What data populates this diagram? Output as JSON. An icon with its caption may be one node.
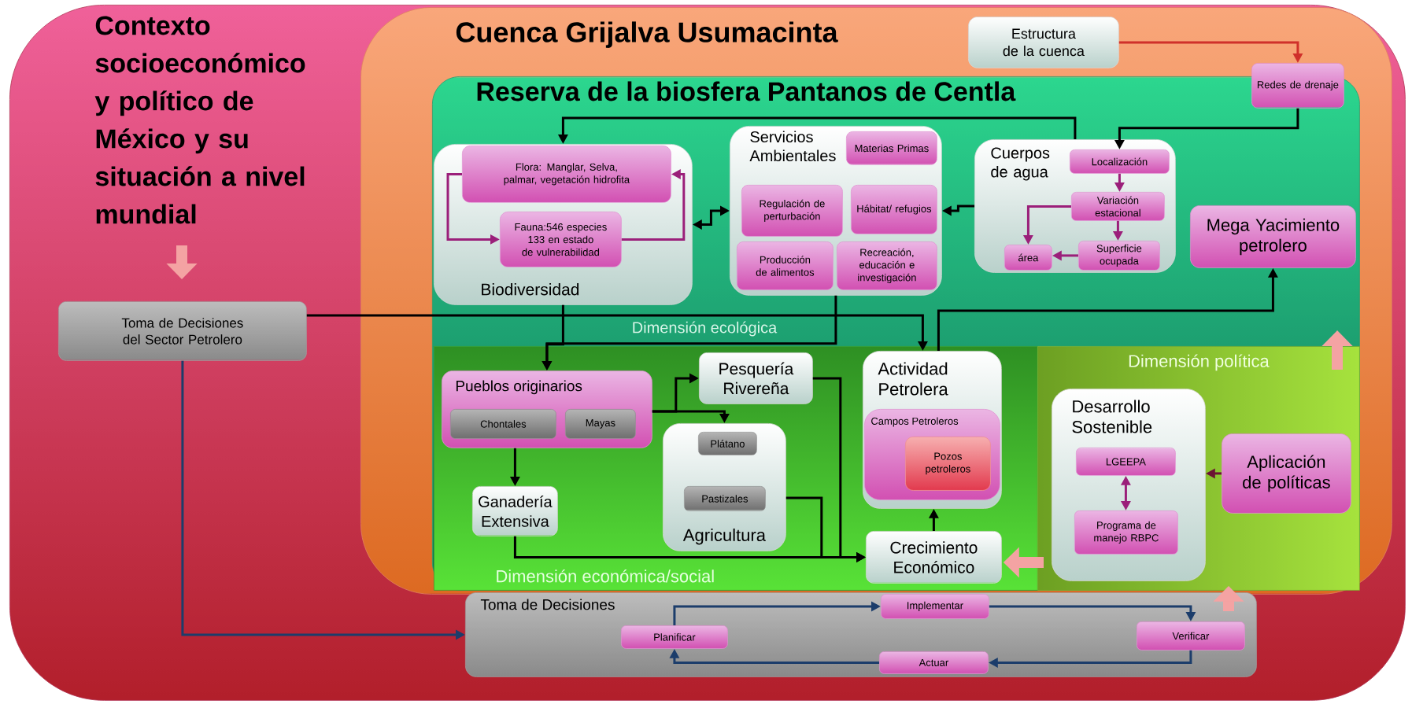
{
  "diagram": {
    "nodes": [
      {
        "text": [
          "Contexto socioeconómico y político de México y su situación a nivel mundial"
        ]
      },
      {
        "text": [
          "Toma de Decisiones del Sector Petrolero"
        ],
        "in": 0
      },
      {
        "text": [
          "Cuenca Grijalva Usumacinta"
        ],
        "in": 0
      },
      {
        "text": [
          "Estructura de la cuenca"
        ],
        "in": 2
      },
      {
        "text": [
          "Redes de drenaje"
        ],
        "in": 2
      },
      {
        "text": [
          "Reserva de la biosfera Pantanos de Centla"
        ],
        "in": 2
      },
      {
        "text": [
          "Biodiversidad"
        ],
        "in": 5
      },
      {
        "text": [
          "Flora: Manglar, Selva, palmar, vegetación hidrofita"
        ],
        "in": 6
      },
      {
        "text": [
          "Fauna:546 especies 133 en estado de vulnerabilidad"
        ],
        "in": 6
      },
      {
        "text": [
          "Servicios Ambientales"
        ],
        "in": 5
      },
      {
        "text": [
          "Materias Primas"
        ],
        "in": 9
      },
      {
        "text": [
          "Regulación de perturbación"
        ],
        "in": 9
      },
      {
        "text": [
          "Hábitat/ refugios"
        ],
        "in": 9
      },
      {
        "text": [
          "Producción de alimentos"
        ],
        "in": 9
      },
      {
        "text": [
          "Recreación, educación e investigación"
        ],
        "in": 9
      },
      {
        "text": [
          "Cuerpos de agua"
        ],
        "in": 5
      },
      {
        "text": [
          "Localización"
        ],
        "in": 15
      },
      {
        "text": [
          "Variación estacional"
        ],
        "in": 15
      },
      {
        "text": [
          "área"
        ],
        "in": 15
      },
      {
        "text": [
          "Superficie ocupada"
        ],
        "in": 15
      },
      {
        "text": [
          "Mega Yacimiento petrolero"
        ],
        "in": 5
      },
      {
        "text": [
          "Dimensión económica/social"
        ],
        "in": 5
      },
      {
        "text": [
          "Pueblos originarios"
        ],
        "in": 21
      },
      {
        "text": [
          "Chontales"
        ],
        "in": 22
      },
      {
        "text": [
          "Mayas"
        ],
        "in": 22
      },
      {
        "text": [
          "Pesquería Rivereña"
        ],
        "in": 21
      },
      {
        "text": [
          "Ganadería Extensiva"
        ],
        "in": 21
      },
      {
        "text": [
          "Agricultura"
        ],
        "in": 21
      },
      {
        "text": [
          "Plátano"
        ],
        "in": 27
      },
      {
        "text": [
          "Pastizales"
        ],
        "in": 27
      },
      {
        "text": [
          "Actividad Petrolera"
        ],
        "in": 21
      },
      {
        "text": [
          "Campos Petroleros"
        ],
        "in": 30
      },
      {
        "text": [
          "Pozos petroleros"
        ],
        "in": 31
      },
      {
        "text": [
          "Crecimiento Económico"
        ],
        "in": 21
      },
      {
        "text": [
          "Dimensión política"
        ],
        "in": 5
      },
      {
        "text": [
          "Desarrollo Sostenible"
        ],
        "in": 34
      },
      {
        "text": [
          "LGEEPA"
        ],
        "in": 35
      },
      {
        "text": [
          "Programa de manejo RBPC"
        ],
        "in": 35
      },
      {
        "text": [
          "Aplicación de políticas"
        ],
        "in": 34
      },
      {
        "text": [
          "Toma de Decisiones"
        ],
        "in": 0
      },
      {
        "text": [
          "Planificar"
        ],
        "in": 39
      },
      {
        "text": [
          "Implementar"
        ],
        "in": 39
      },
      {
        "text": [
          "Verificar"
        ],
        "in": 39
      },
      {
        "text": [
          "Actuar"
        ],
        "in": 39
      }
    ],
    "edges": [
      {
        "from": 3,
        "to": 4,
        "arrow": "to",
        "color": "#d0302a"
      },
      {
        "from": 4,
        "to": 16,
        "arrow": "to"
      },
      {
        "from": 15,
        "to": 6,
        "arrow": "to"
      },
      {
        "from": 6,
        "to": 9,
        "arrow": "both"
      },
      {
        "from": 15,
        "to": 9,
        "arrow": "to"
      },
      {
        "from": 7,
        "to": 8,
        "arrow": "to",
        "color": "#9b1f7a"
      },
      {
        "from": 8,
        "to": 7,
        "arrow": "to",
        "color": "#9b1f7a"
      },
      {
        "from": 16,
        "to": 17,
        "arrow": "to",
        "color": "#9b1f7a"
      },
      {
        "from": 17,
        "to": 18,
        "arrow": "to",
        "color": "#9b1f7a"
      },
      {
        "from": 17,
        "to": 19,
        "arrow": "to",
        "color": "#9b1f7a"
      },
      {
        "from": 19,
        "to": 18,
        "arrow": "to",
        "color": "#9b1f7a"
      },
      {
        "from": 6,
        "to": 22,
        "arrow": "to"
      },
      {
        "from": 9,
        "to": 22,
        "arrow": "to"
      },
      {
        "from": 1,
        "to": 30,
        "arrow": "to"
      },
      {
        "from": 30,
        "to": 20,
        "arrow": "to"
      },
      {
        "from": 22,
        "to": 25,
        "arrow": "to"
      },
      {
        "from": 22,
        "to": 27,
        "arrow": "to"
      },
      {
        "from": 22,
        "to": 26,
        "arrow": "to"
      },
      {
        "from": 26,
        "to": 33,
        "arrow": "to"
      },
      {
        "from": 27,
        "to": 33,
        "arrow": "to"
      },
      {
        "from": 25,
        "to": 33,
        "arrow": "to"
      },
      {
        "from": 33,
        "to": 30,
        "arrow": "to"
      },
      {
        "from": 38,
        "to": 35,
        "arrow": "to",
        "color": "#6b1333"
      },
      {
        "from": 36,
        "to": 37,
        "arrow": "both",
        "color": "#9b1f7a"
      },
      {
        "from": 1,
        "to": 39,
        "arrow": "to",
        "color": "#1c3d6b"
      },
      {
        "from": 40,
        "to": 41,
        "arrow": "to",
        "color": "#1c3d6b"
      },
      {
        "from": 41,
        "to": 42,
        "arrow": "to",
        "color": "#1c3d6b"
      },
      {
        "from": 42,
        "to": 43,
        "arrow": "to",
        "color": "#1c3d6b"
      },
      {
        "from": 43,
        "to": 40,
        "arrow": "to",
        "color": "#1c3d6b"
      },
      {
        "from": 39,
        "to": 34,
        "arrow": "to",
        "style": "thick",
        "color": "#f4a3a3"
      },
      {
        "from": 34,
        "to": 33,
        "arrow": "to",
        "style": "thick",
        "color": "#f4a3a3"
      }
    ],
    "labels": [
      "Dimensión ecológica"
    ]
  }
}
